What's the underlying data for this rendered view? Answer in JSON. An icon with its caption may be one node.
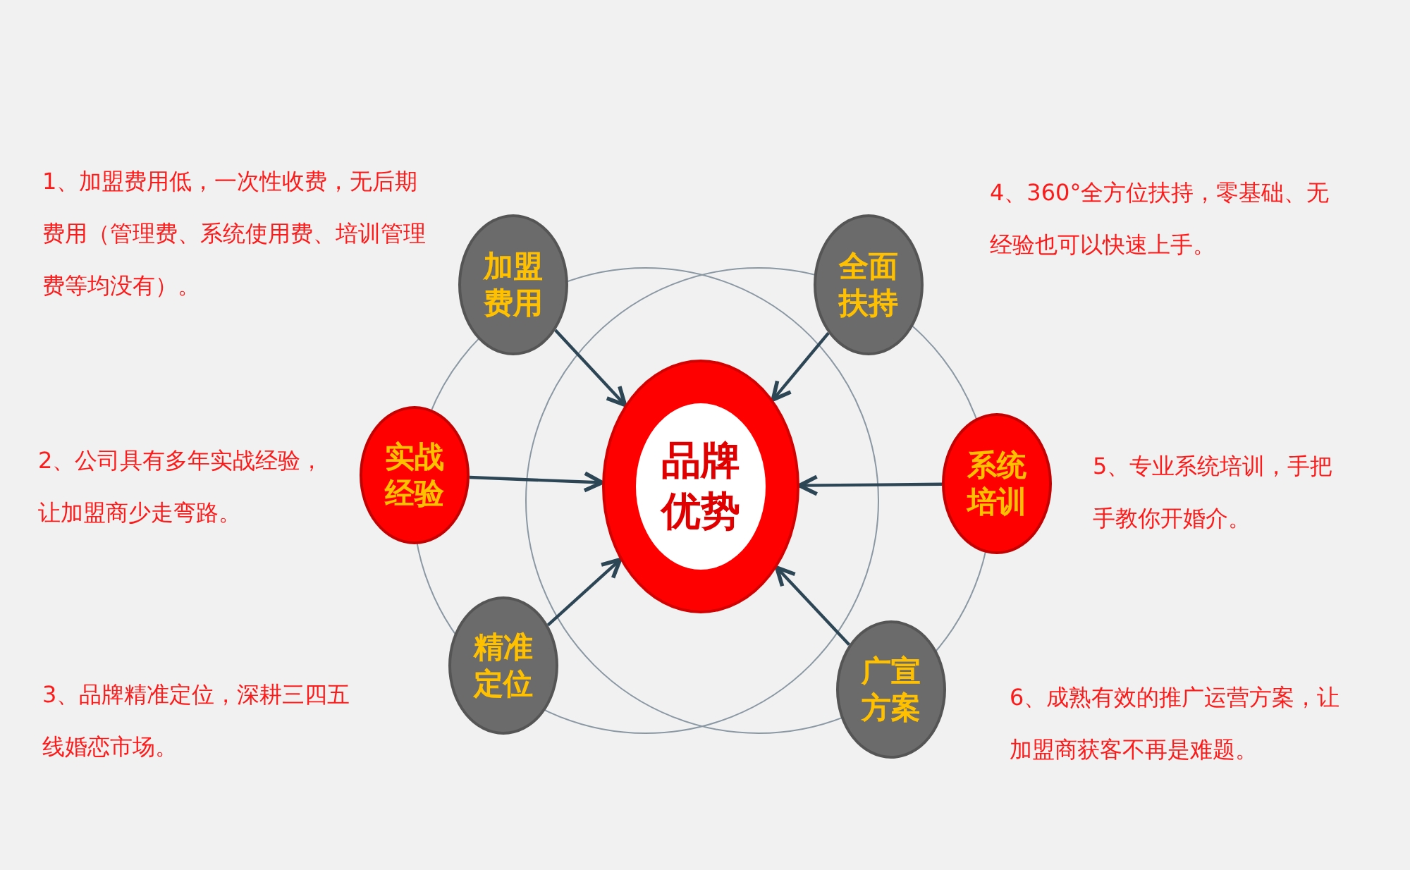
{
  "diagram": {
    "nodes": [
      {
        "text": [
          "品牌优势"
        ]
      },
      {
        "text": [
          "加盟费用"
        ]
      },
      {
        "text": [
          "实战经验"
        ]
      },
      {
        "text": [
          "精准定位"
        ]
      },
      {
        "text": [
          "全面扶持"
        ]
      },
      {
        "text": [
          "系统培训"
        ]
      },
      {
        "text": [
          "广宣方案"
        ]
      }
    ],
    "edges": [
      {
        "from": 1,
        "to": 0,
        "arrow": "to"
      },
      {
        "from": 2,
        "to": 0,
        "arrow": "to"
      },
      {
        "from": 3,
        "to": 0,
        "arrow": "to"
      },
      {
        "from": 4,
        "to": 0,
        "arrow": "to"
      },
      {
        "from": 5,
        "to": 0,
        "arrow": "to"
      },
      {
        "from": 6,
        "to": 0,
        "arrow": "to"
      }
    ],
    "labels": [
      "1、加盟费用低，一次性收费，无后期费用（管理费、系统使用费、培训管理费等均没有）。",
      "2、公司具有多年实战经验，让加盟商少走弯路。",
      "3、品牌精准定位，深耕三四五线婚恋市场。",
      "4、360°全方位扶持，零基础、无经验也可以快速上手。",
      "5、专业系统培训，手把手教你开婚介。",
      "6、成熟有效的推广运营方案，让加盟商获客不再是难题。"
    ]
  }
}
